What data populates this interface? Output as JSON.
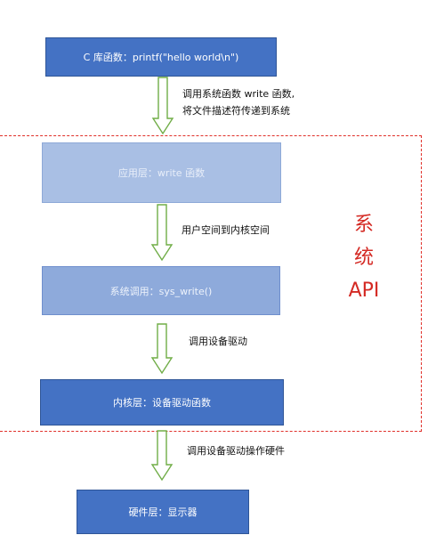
{
  "boxes": {
    "c_library": "C 库函数：printf(\"hello world\\n\")",
    "app_layer": "应用层：write 函数",
    "syscall": "系统调用：sys_write()",
    "kernel": "内核层：设备驱动函数",
    "hardware": "硬件层：显示器"
  },
  "arrow_labels": {
    "a1_line1": "调用系统函数 write 函数,",
    "a1_line2": "将文件描述符传递到系统",
    "a2": "用户空间到内核空间",
    "a3": "调用设备驱动",
    "a4": "调用设备驱动操作硬件"
  },
  "api_region": {
    "label": "系\n统\nAPI"
  },
  "colors": {
    "box_dark": "#4472c4",
    "box_light": "#a9bfe4",
    "arrow": "#70ad47",
    "api_border": "#e0302a"
  }
}
